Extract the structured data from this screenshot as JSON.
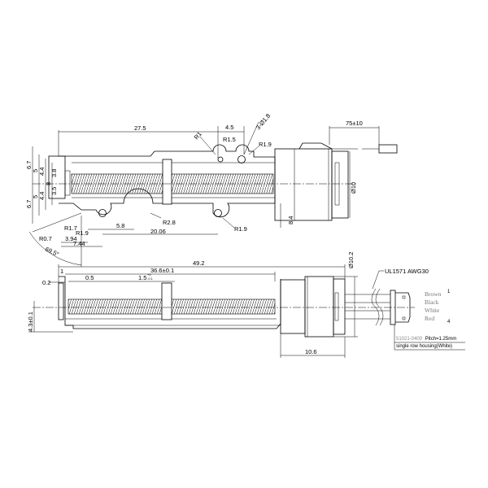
{
  "drawing": {
    "top_view": {
      "dims": {
        "d27_5": "27.5",
        "d4_5": "4.5",
        "r1_5": "R1.5",
        "hole_dia": "3-Ø1.8",
        "r1_top": "R1",
        "r1_9_top": "R1.9",
        "d75": "75±10",
        "d6_7_top": "6.7",
        "d5_top": "5",
        "d4_4_top": "4.4",
        "d3_8": "3.8",
        "d8": "8",
        "d3_5": "3.5",
        "d4_4_bot": "4.4",
        "d5_bot": "5",
        "d6_7_bot": "6.7",
        "dia10": "Ø10",
        "d8_4": "8.4",
        "r1_7": "R1.7",
        "r0_7": "R0.7",
        "r1_9_left": "R1.9",
        "d5_8": "5.8",
        "r2_8": "R2.8",
        "d20_06": "20.06",
        "r1_9_right": "R1.9",
        "d3_94": "3.94",
        "d7_44": "7.44",
        "angle": "69.5°"
      }
    },
    "side_view": {
      "dims": {
        "d49_2": "49.2",
        "d36_6": "36.6±0.1",
        "d1": "1",
        "d0_2": "0.2",
        "d0_5": "0.5",
        "d1_5": "1.5",
        "d1_5_tol_plus": "+0",
        "d1_5_tol_minus": "-0.1",
        "d4_3": "4.3±0.1",
        "dia10_2": "Ø10.2",
        "d10_6": "10.6"
      },
      "cable": "UL1571  AWG30",
      "wires": [
        "Brown",
        "Black",
        "White",
        "Red"
      ],
      "pin_first": "1",
      "pin_last": "4",
      "connector_line1_part": "51021-0400",
      "connector_line1_rest": "Pitch=1.25mm",
      "connector_line2": "single row housing(White)"
    }
  }
}
